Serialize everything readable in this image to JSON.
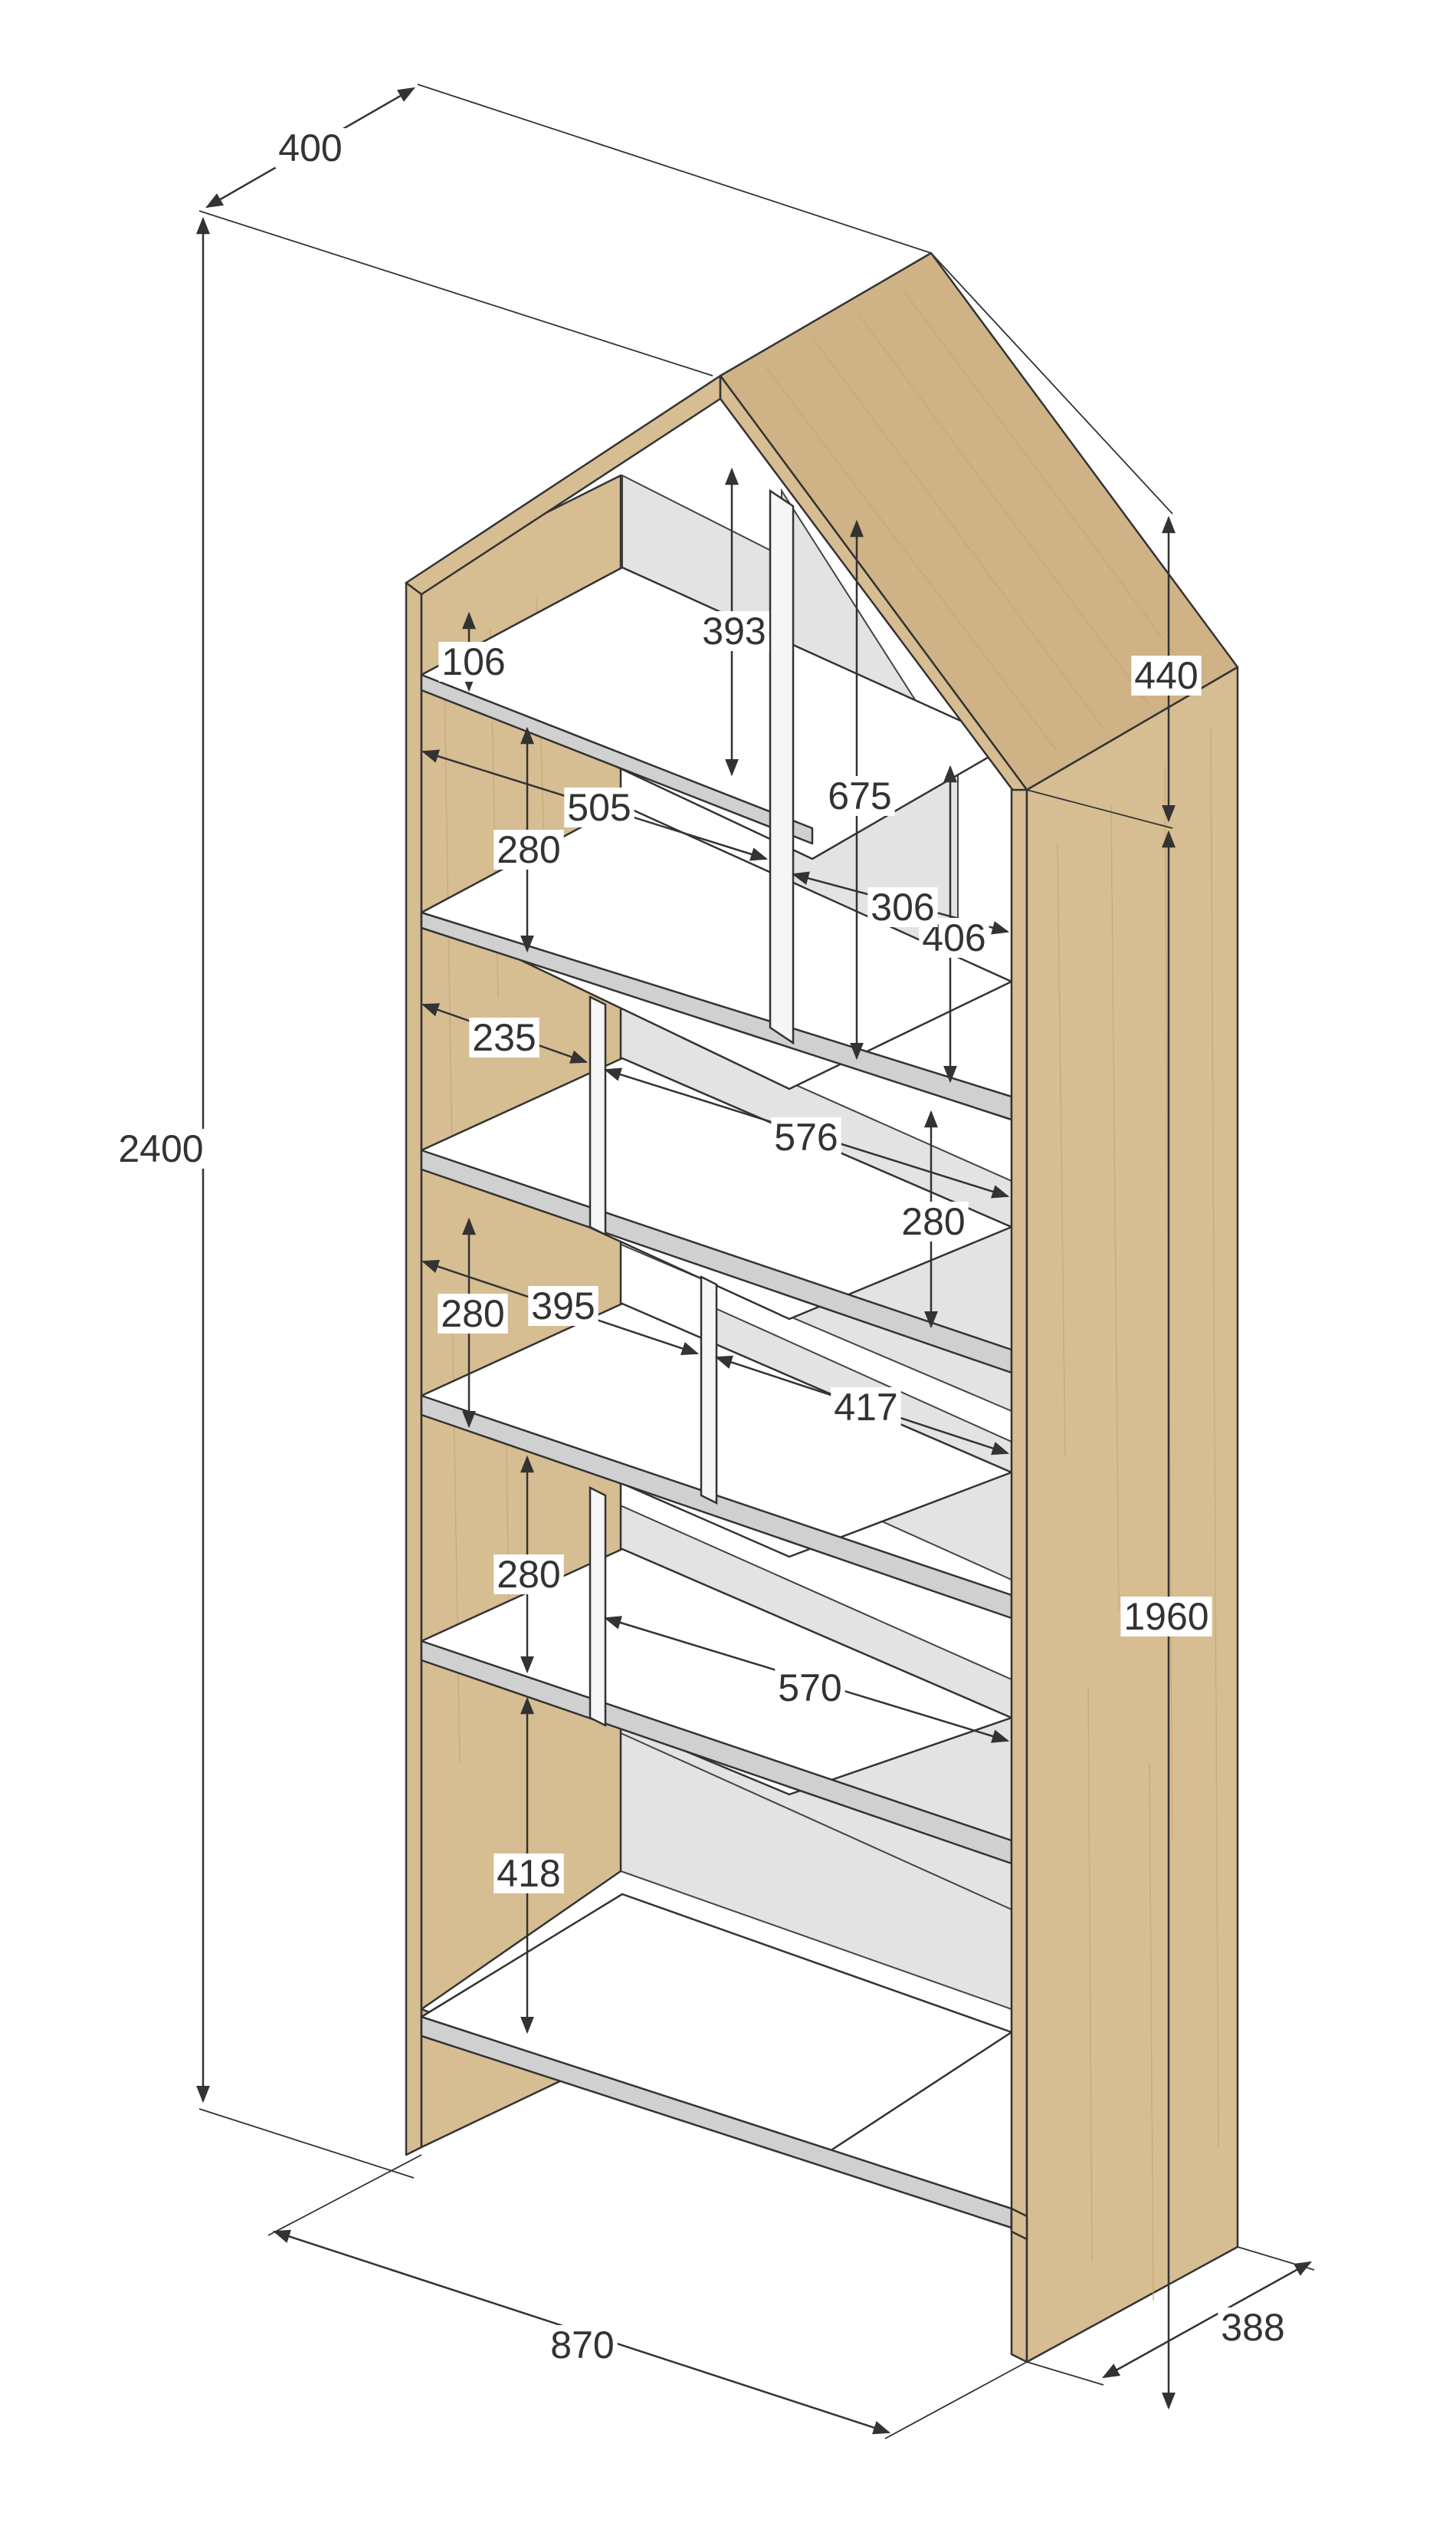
{
  "dimensions": {
    "overall_height": "2400",
    "depth_top": "400",
    "roof_height": "440",
    "wall_height": "1960",
    "width": "870",
    "depth_bottom": "388",
    "top_niche_height": "106",
    "roof_niche_height": "393",
    "central_divider_height": "675",
    "right_niche_height": "406",
    "top_shelf_left_width": "505",
    "top_shelf_right_width": "306",
    "shelf_gap_1": "280",
    "left_niche_width": "235",
    "shelf_width_576": "576",
    "shelf_gap_right": "280",
    "shelf_gap_2": "280",
    "left_niche_width_395": "395",
    "right_niche_width_417": "417",
    "shelf_gap_3": "280",
    "bottom_shelf_width": "570",
    "bottom_niche_height": "418"
  },
  "colors": {
    "wood": "#d7bd92",
    "back_panel": "#e3e3e3",
    "shelf": "#ffffff",
    "line": "#333333"
  }
}
